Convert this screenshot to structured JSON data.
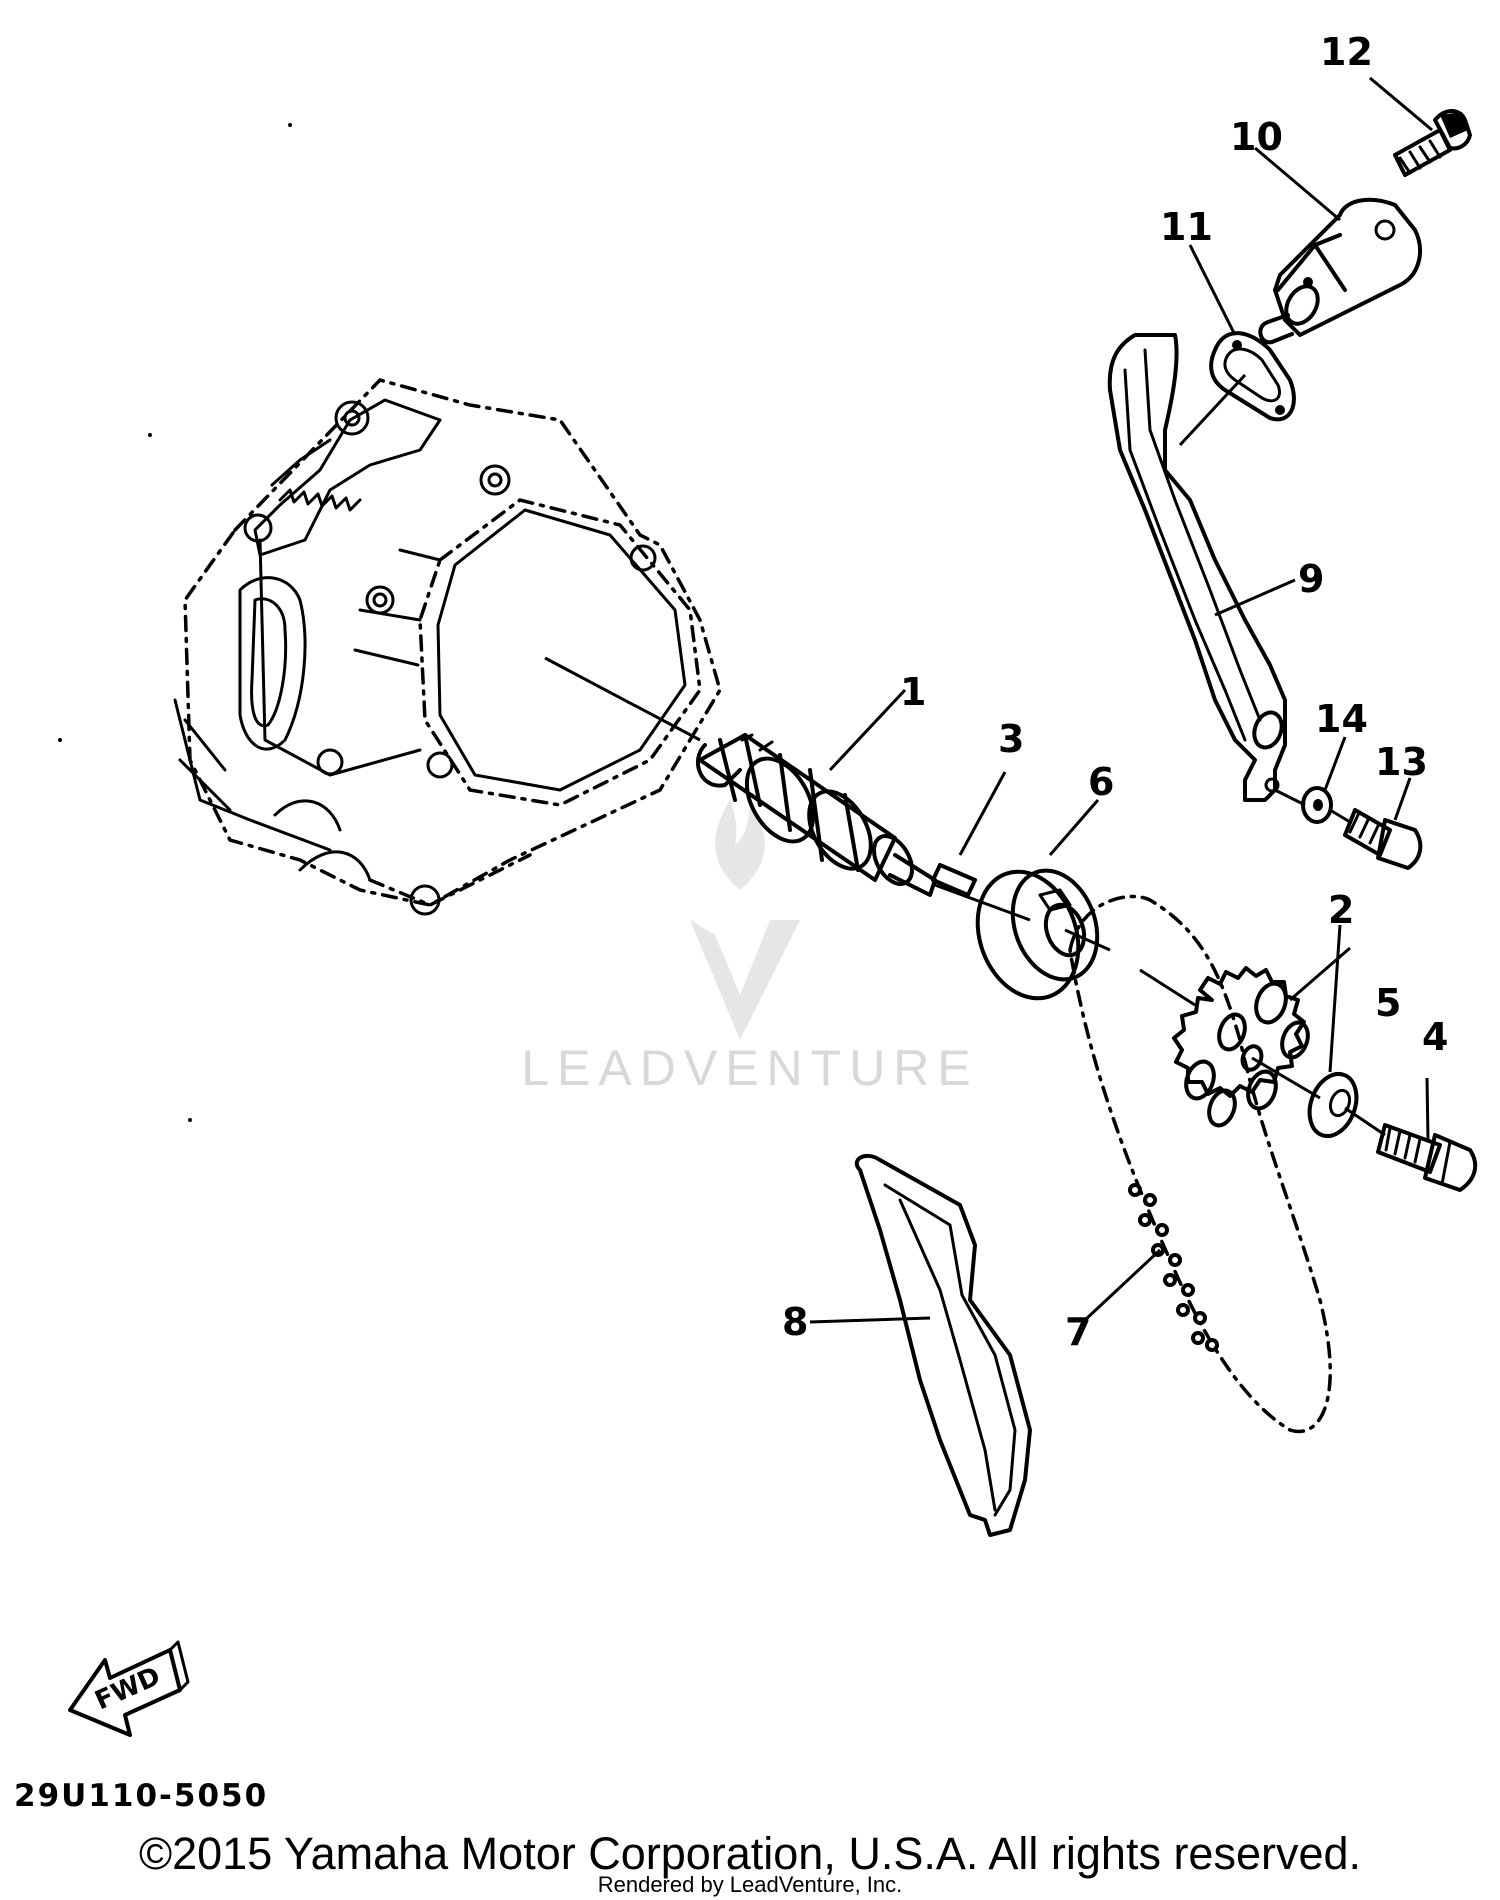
{
  "diagram": {
    "parts": [
      {
        "id": "part-1",
        "callout": "1"
      },
      {
        "id": "part-2",
        "callout": "2"
      },
      {
        "id": "part-3",
        "callout": "3"
      },
      {
        "id": "part-4",
        "callout": "4"
      },
      {
        "id": "part-5",
        "callout": "5"
      },
      {
        "id": "part-6",
        "callout": "6"
      },
      {
        "id": "part-7",
        "callout": "7"
      },
      {
        "id": "part-8",
        "callout": "8"
      },
      {
        "id": "part-9",
        "callout": "9"
      },
      {
        "id": "part-10",
        "callout": "10"
      },
      {
        "id": "part-11",
        "callout": "11"
      },
      {
        "id": "part-12",
        "callout": "12"
      },
      {
        "id": "part-13",
        "callout": "13"
      },
      {
        "id": "part-14",
        "callout": "14"
      }
    ],
    "direction_label": "FWD",
    "watermark": "LEADVENTURE",
    "diagram_code": "29U110-5050"
  },
  "footer": {
    "copyright": "©2015 Yamaha Motor Corporation, U.S.A. All rights reserved.",
    "rendered_by": "Rendered by LeadVenture, Inc."
  }
}
